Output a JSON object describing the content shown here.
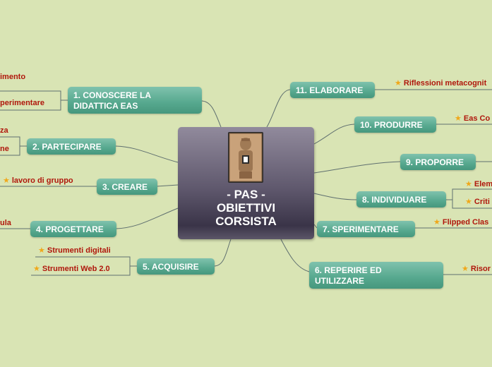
{
  "center": {
    "title": "- PAS -\nOBIETTIVI\nCORSISTA",
    "image_icon": "ancient-statue-icon"
  },
  "colors": {
    "background": "#d9e4b4",
    "topic": "#56a88e",
    "subtopic_text": "#b0170c",
    "star": "#f0a81a",
    "connector": "#5f6f6f"
  },
  "topics": [
    {
      "id": "t1",
      "label": "1. CONOSCERE LA\nDIDATTICA EAS"
    },
    {
      "id": "t2",
      "label": "2. PARTECIPARE"
    },
    {
      "id": "t3",
      "label": "3. CREARE"
    },
    {
      "id": "t4",
      "label": "4. PROGETTARE"
    },
    {
      "id": "t5",
      "label": "5. ACQUISIRE"
    },
    {
      "id": "t6",
      "label": "6. REPERIRE ED\nUTILIZZARE"
    },
    {
      "id": "t7",
      "label": "7. SPERIMENTARE"
    },
    {
      "id": "t8",
      "label": "8. INDIVIDUARE"
    },
    {
      "id": "t9",
      "label": "9. PROPORRE"
    },
    {
      "id": "t10",
      "label": "10. PRODURRE"
    },
    {
      "id": "t11",
      "label": "11. ELABORARE"
    }
  ],
  "subtopics": [
    {
      "id": "s1a",
      "text": "imento",
      "star": false
    },
    {
      "id": "s1b",
      "text": "perimentare",
      "star": false
    },
    {
      "id": "s2a",
      "text": "za",
      "star": false
    },
    {
      "id": "s2b",
      "text": "ne",
      "star": false
    },
    {
      "id": "s3a",
      "text": "lavoro di gruppo",
      "star": true
    },
    {
      "id": "s4a",
      "text": "ula",
      "star": false
    },
    {
      "id": "s5a",
      "text": "Strumenti digitali",
      "star": true
    },
    {
      "id": "s5b",
      "text": "Strumenti Web 2.0",
      "star": true
    },
    {
      "id": "s6a",
      "text": "Risor",
      "star": true
    },
    {
      "id": "s7a",
      "text": "Flipped Clas",
      "star": true
    },
    {
      "id": "s8a",
      "text": "Elem",
      "star": true
    },
    {
      "id": "s8b",
      "text": "Criti",
      "star": true
    },
    {
      "id": "s10a",
      "text": "Eas Co",
      "star": true
    },
    {
      "id": "s11a",
      "text": "Riflessioni metacognit",
      "star": true
    }
  ]
}
